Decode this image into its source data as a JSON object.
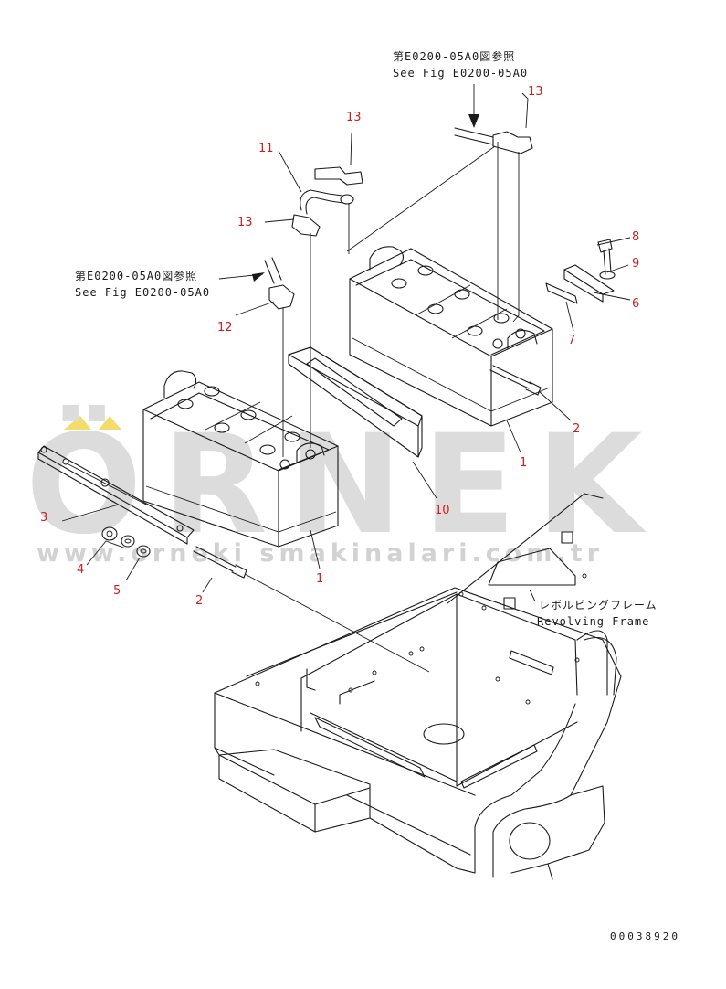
{
  "watermark": {
    "word": "ÖRNEK",
    "url": "www.orneki smakinalari.com.tr"
  },
  "notes": {
    "ref_top_jp": "第E0200-05A0図参照",
    "ref_top_en": "See Fig E0200-05A0",
    "ref_left_jp": "第E0200-05A0図参照",
    "ref_left_en": "See Fig E0200-05A0",
    "frame_jp": "レボルビングフレーム",
    "frame_en": "Revolving Frame"
  },
  "callouts": {
    "c1a": "1",
    "c1b": "1",
    "c2a": "2",
    "c2b": "2",
    "c3": "3",
    "c4": "4",
    "c5": "5",
    "c6": "6",
    "c7": "7",
    "c8": "8",
    "c9": "9",
    "c10": "10",
    "c11": "11",
    "c12": "12",
    "c13a": "13",
    "c13b": "13",
    "c13c": "13"
  },
  "doc_number": "00038920",
  "colors": {
    "callout": "#cc1f1f",
    "watermark": "#dcdcdc",
    "watermark_accent": "#f2dc6b"
  }
}
